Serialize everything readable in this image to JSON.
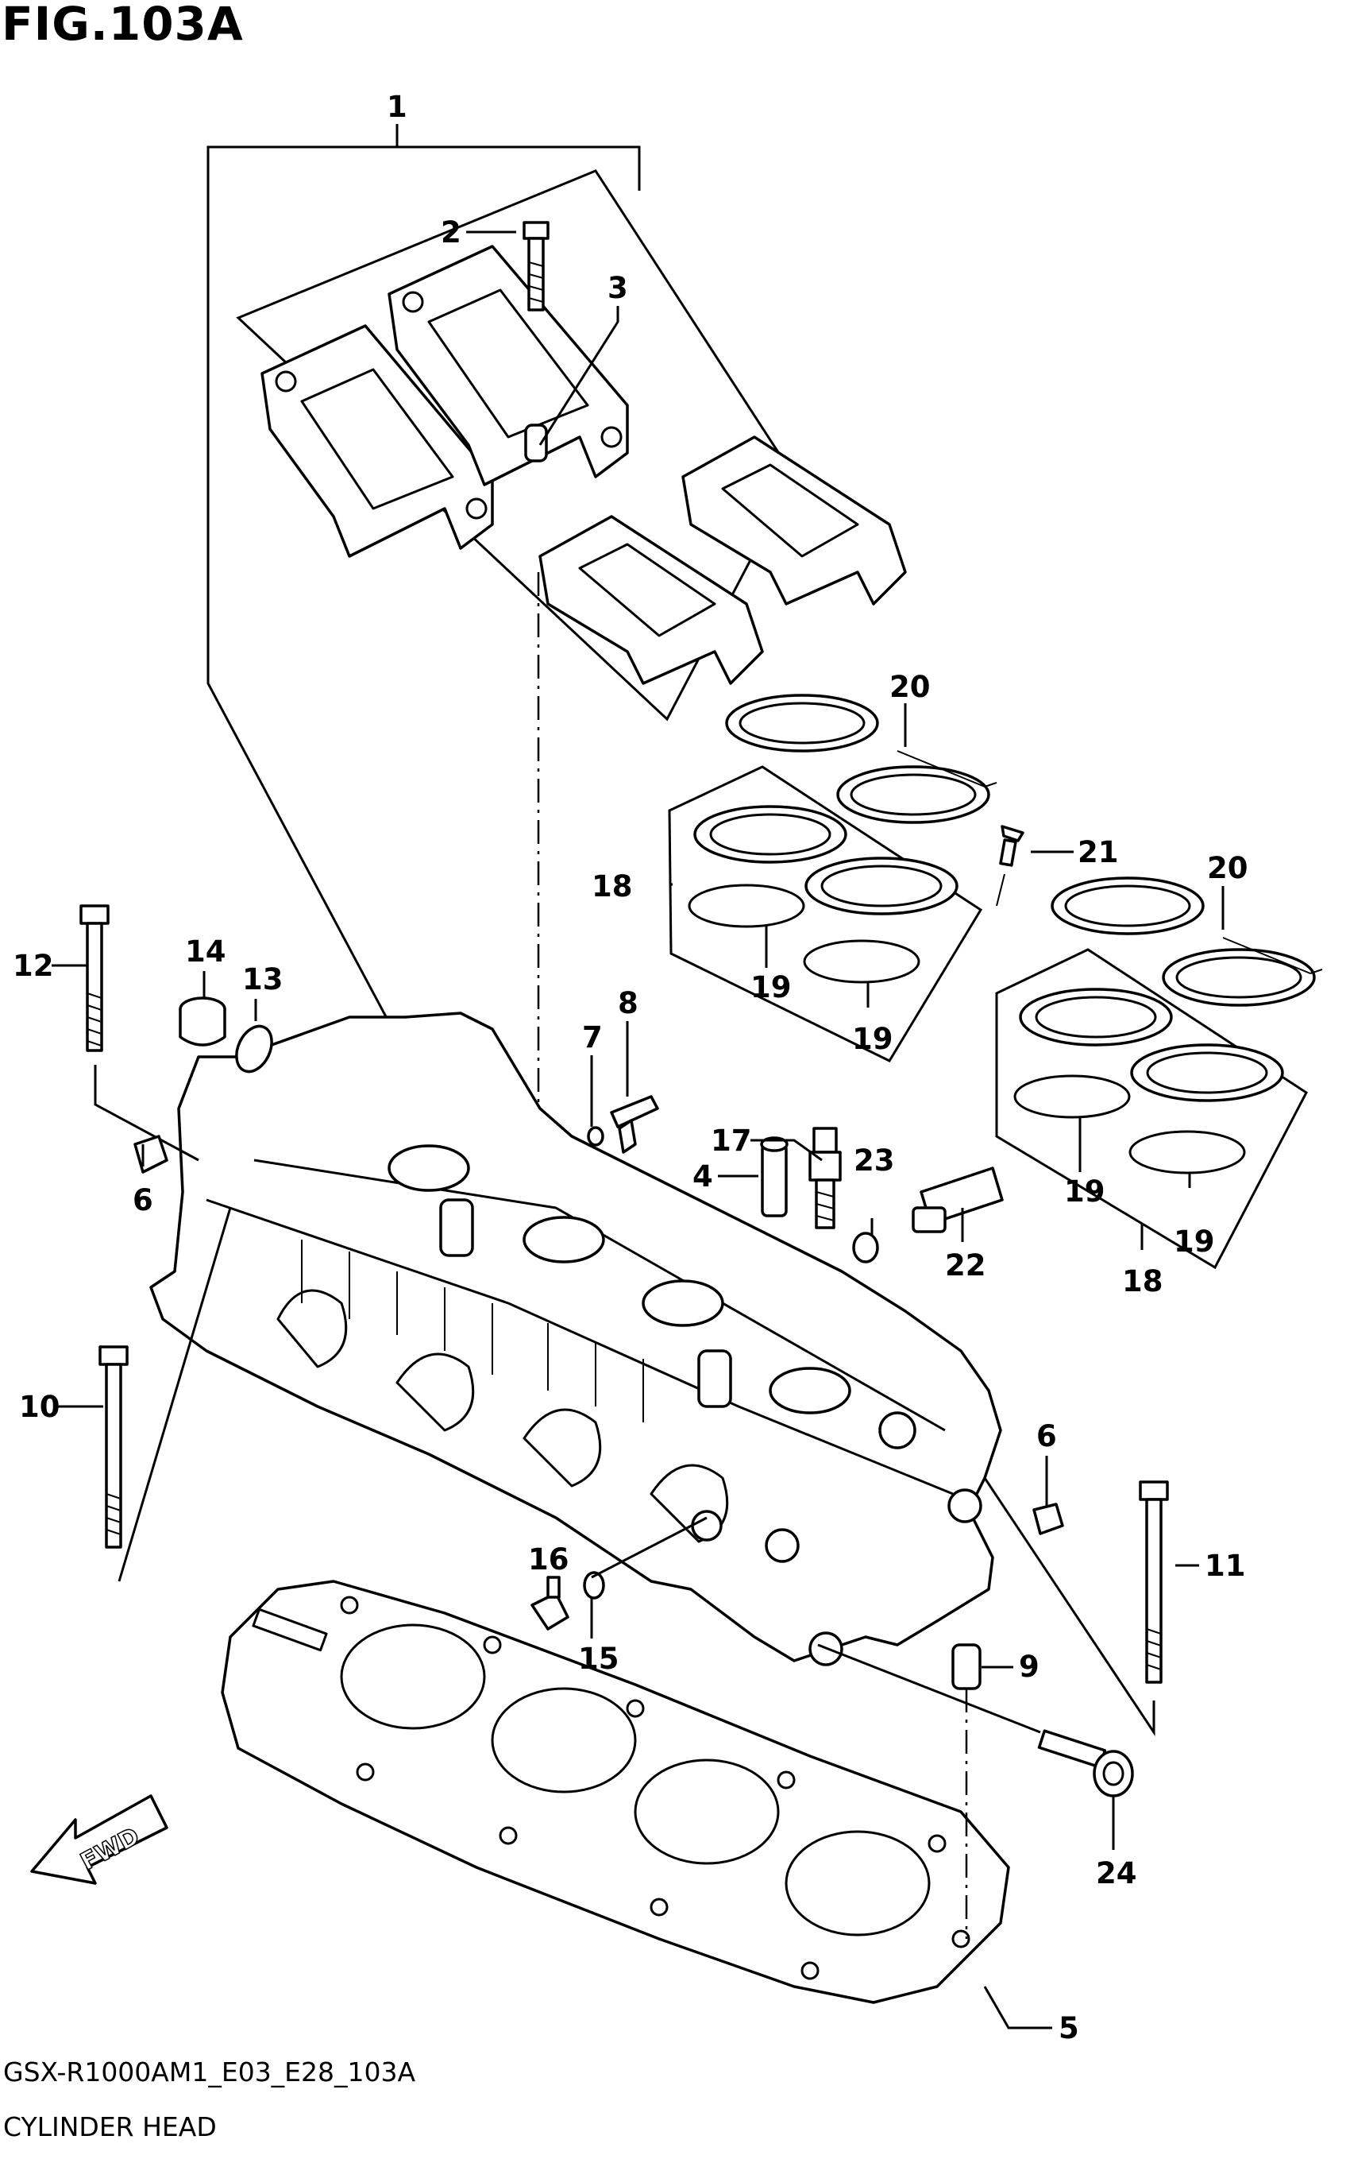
{
  "figure": {
    "title": "FIG.103A",
    "model_code": "GSX-R1000AM1_E03_E28_103A",
    "caption": "CYLINDER HEAD",
    "direction_marker": "FWD"
  },
  "callouts": [
    {
      "id": "c1",
      "label": "1"
    },
    {
      "id": "c2",
      "label": "2"
    },
    {
      "id": "c3",
      "label": "3"
    },
    {
      "id": "c4",
      "label": "4"
    },
    {
      "id": "c5",
      "label": "5"
    },
    {
      "id": "c6a",
      "label": "6"
    },
    {
      "id": "c6b",
      "label": "6"
    },
    {
      "id": "c7",
      "label": "7"
    },
    {
      "id": "c8",
      "label": "8"
    },
    {
      "id": "c9",
      "label": "9"
    },
    {
      "id": "c10",
      "label": "10"
    },
    {
      "id": "c11",
      "label": "11"
    },
    {
      "id": "c12",
      "label": "12"
    },
    {
      "id": "c13",
      "label": "13"
    },
    {
      "id": "c14",
      "label": "14"
    },
    {
      "id": "c15",
      "label": "15"
    },
    {
      "id": "c16",
      "label": "16"
    },
    {
      "id": "c17",
      "label": "17"
    },
    {
      "id": "c18a",
      "label": "18"
    },
    {
      "id": "c18b",
      "label": "18"
    },
    {
      "id": "c19a",
      "label": "19"
    },
    {
      "id": "c19b",
      "label": "19"
    },
    {
      "id": "c19c",
      "label": "19"
    },
    {
      "id": "c19d",
      "label": "19"
    },
    {
      "id": "c20a",
      "label": "20"
    },
    {
      "id": "c20b",
      "label": "20"
    },
    {
      "id": "c21",
      "label": "21"
    },
    {
      "id": "c22",
      "label": "22"
    },
    {
      "id": "c23",
      "label": "23"
    },
    {
      "id": "c24",
      "label": "24"
    }
  ]
}
